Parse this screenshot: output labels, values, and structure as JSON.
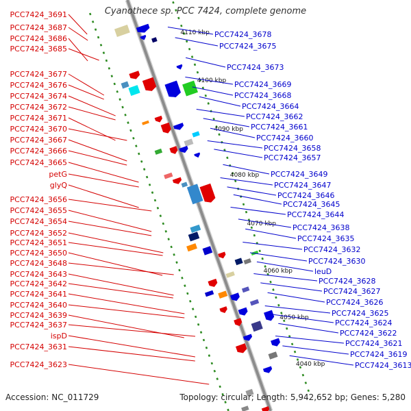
{
  "title": "Cyanothece sp. PCC 7424, complete genome",
  "footer": {
    "accession": "Accession: NC_011729",
    "summary": "Topology: circular; Length: 5,942,652 bp; Genes: 5,280"
  },
  "colors": {
    "left_label": "#d40000",
    "right_label": "#0000cc",
    "backbone": "#8c8c8c",
    "dotted_track": "#2e8b22"
  },
  "scale_marks": [
    "4110 kbp",
    "4100 kbp",
    "4090 kbp",
    "4080 kbp",
    "4070 kbp",
    "4060 kbp",
    "4050 kbp",
    "4040 kbp"
  ],
  "left_labels": [
    "PCC7424_3691",
    "PCC7424_3687",
    "PCC7424_3686",
    "PCC7424_3685",
    "PCC7424_3677",
    "PCC7424_3676",
    "PCC7424_3674",
    "PCC7424_3672",
    "PCC7424_3671",
    "PCC7424_3670",
    "PCC7424_3667",
    "PCC7424_3666",
    "PCC7424_3665",
    "petG",
    "glyQ",
    "PCC7424_3656",
    "PCC7424_3655",
    "PCC7424_3654",
    "PCC7424_3652",
    "PCC7424_3651",
    "PCC7424_3650",
    "PCC7424_3648",
    "PCC7424_3643",
    "PCC7424_3642",
    "PCC7424_3641",
    "PCC7424_3640",
    "PCC7424_3639",
    "PCC7424_3637",
    "ispD",
    "PCC7424_3631",
    "PCC7424_3623"
  ],
  "right_labels": [
    "PCC7424_3678",
    "PCC7424_3675",
    "PCC7424_3673",
    "PCC7424_3669",
    "PCC7424_3668",
    "PCC7424_3664",
    "PCC7424_3662",
    "PCC7424_3661",
    "PCC7424_3660",
    "PCC7424_3658",
    "PCC7424_3657",
    "PCC7424_3649",
    "PCC7424_3647",
    "PCC7424_3646",
    "PCC7424_3645",
    "PCC7424_3644",
    "PCC7424_3638",
    "PCC7424_3635",
    "PCC7424_3632",
    "PCC7424_3630",
    "leuD",
    "PCC7424_3628",
    "PCC7424_3627",
    "PCC7424_3626",
    "PCC7424_3625",
    "PCC7424_3624",
    "PCC7424_3622",
    "PCC7424_3621",
    "PCC7424_3619",
    "PCC7424_3613"
  ]
}
